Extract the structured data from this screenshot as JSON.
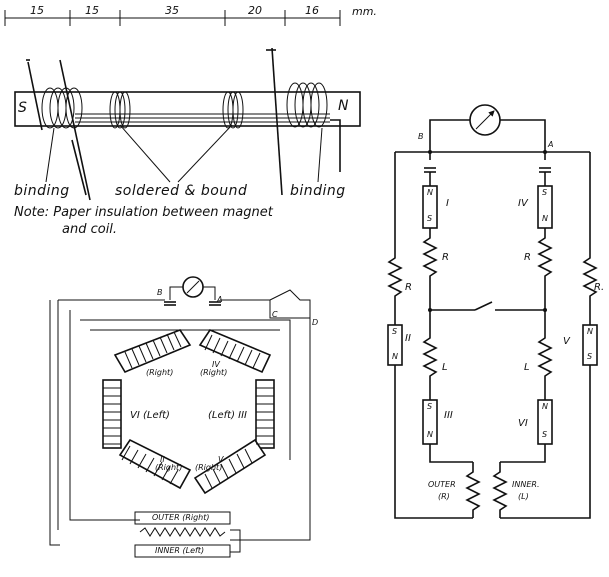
{
  "dimensions": {
    "segments": [
      "15",
      "15",
      "35",
      "20",
      "16"
    ],
    "unit": "mm."
  },
  "magnet_diagram": {
    "end_left": "S",
    "end_right": "N",
    "label_binding_left": "binding",
    "label_soldered": "soldered & bound",
    "label_binding_right": "binding",
    "note_line1": "Note: Paper insulation between magnet",
    "note_line2": "and coil."
  },
  "right_circuit": {
    "node_b": "B",
    "node_a": "A",
    "mag_I": {
      "num": "I",
      "top": "N",
      "bottom": "S"
    },
    "mag_IV": {
      "num": "IV",
      "top": "S",
      "bottom": "N"
    },
    "mag_II": {
      "num": "II",
      "top": "S",
      "bottom": "N"
    },
    "mag_V": {
      "num": "V",
      "top": "N",
      "bottom": "S"
    },
    "mag_III": {
      "num": "III",
      "top": "S",
      "bottom": "N"
    },
    "mag_VI": {
      "num": "VI",
      "top": "N",
      "bottom": "S"
    },
    "res_R1": "R",
    "res_R2": "R",
    "res_R3": "R",
    "res_R4": "R.",
    "res_L1": "L",
    "res_L2": "L",
    "outer_label": "OUTER",
    "outer_sub": "(R)",
    "inner_label": "INNER.",
    "inner_sub": "(L)"
  },
  "hexagon": {
    "node_b": "B",
    "node_a": "A",
    "node_c": "C",
    "node_d": "D",
    "coil_top_left": "(Right)",
    "coil_top_right_num": "IV",
    "coil_top_right": "(Right)",
    "coil_left": "VI (Left)",
    "coil_right": "(Left) III",
    "coil_bot_left_num": "II",
    "coil_bot_left": "(Right)",
    "coil_bot_right_num": "V",
    "coil_bot_right": "(Right)",
    "outer_label": "OUTER (Right)",
    "inner_label": "INNER (Left)"
  }
}
